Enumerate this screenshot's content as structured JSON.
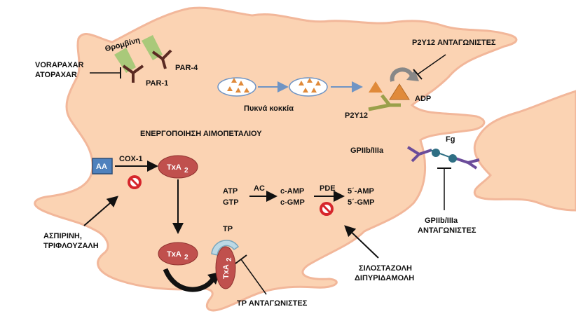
{
  "labels": {
    "thrombin": "Θρομβίνη",
    "par4": "PAR-4",
    "par1": "PAR-1",
    "vorapaxar_line1": "VORAPAXAR",
    "vorapaxar_line2": "ΑΤΟΡΑΧΑR",
    "dense_granules": "Πυκνά κοκκία",
    "p2y12_antagonists": "P2Y12  ΑΝΤΑΓΩΝΙΣΤΕΣ",
    "adp": "ADP",
    "p2y12": "P2Y12",
    "platelet_activation": "ΕΝΕΡΓΟΠΟΙΗΣΗ ΑΙΜΟΠΕΤΑΛΙΟΥ",
    "fg": "Fg",
    "gp2b3a": "GPIIb/IIIa",
    "aa": "AA",
    "cox1": "COX-1",
    "txa": "TxA",
    "txa_sub": "2",
    "atp": "ATP",
    "gtp": "GTP",
    "ac": "AC",
    "camp": "c-AMP",
    "cgmp": "c-GMP",
    "pde": "PDE",
    "amp5": "5΄-AMP",
    "gmp5": "5΄-GMP",
    "tp": "TP",
    "aspirin_line1": "ΑΣΠΙΡΙΝΗ,",
    "aspirin_line2": "ΤΡΙΦΛΟΥΖΑΛΗ",
    "cilostazol_line1": "ΣΙΛΟΣΤΑΖΟΛΗ",
    "cilostazol_line2": "ΔΙΠΥΡΙΔΑΜΟΛΗ",
    "gp_antag_line1": "GPIIb/IIIa",
    "gp_antag_line2": "ΑΝΤΑΓΩΝΙΣΤΕΣ",
    "tp_antagonists": "TP ΑΝΤΑΓΩΝΙΣΤΕΣ"
  },
  "colors": {
    "cell_fill": "#fbd3b3",
    "cell_stroke": "#f2b79a",
    "thrombin_green": "#a9c97a",
    "receptor_brown": "#5a2a22",
    "granule_orange": "#e08a3a",
    "arrow_blue": "#6f94c4",
    "txa_red": "#c0504d",
    "aa_blue": "#4f81bd",
    "gp_purple": "#6b4c9a",
    "fg_teal": "#2f6f84",
    "p2y12_olive": "#9aa04a",
    "inhibit_red": "#d6262c"
  },
  "icons": {
    "no_symbol": "prohibition-icon",
    "recycle_arrow": "curved-arrow-icon"
  }
}
